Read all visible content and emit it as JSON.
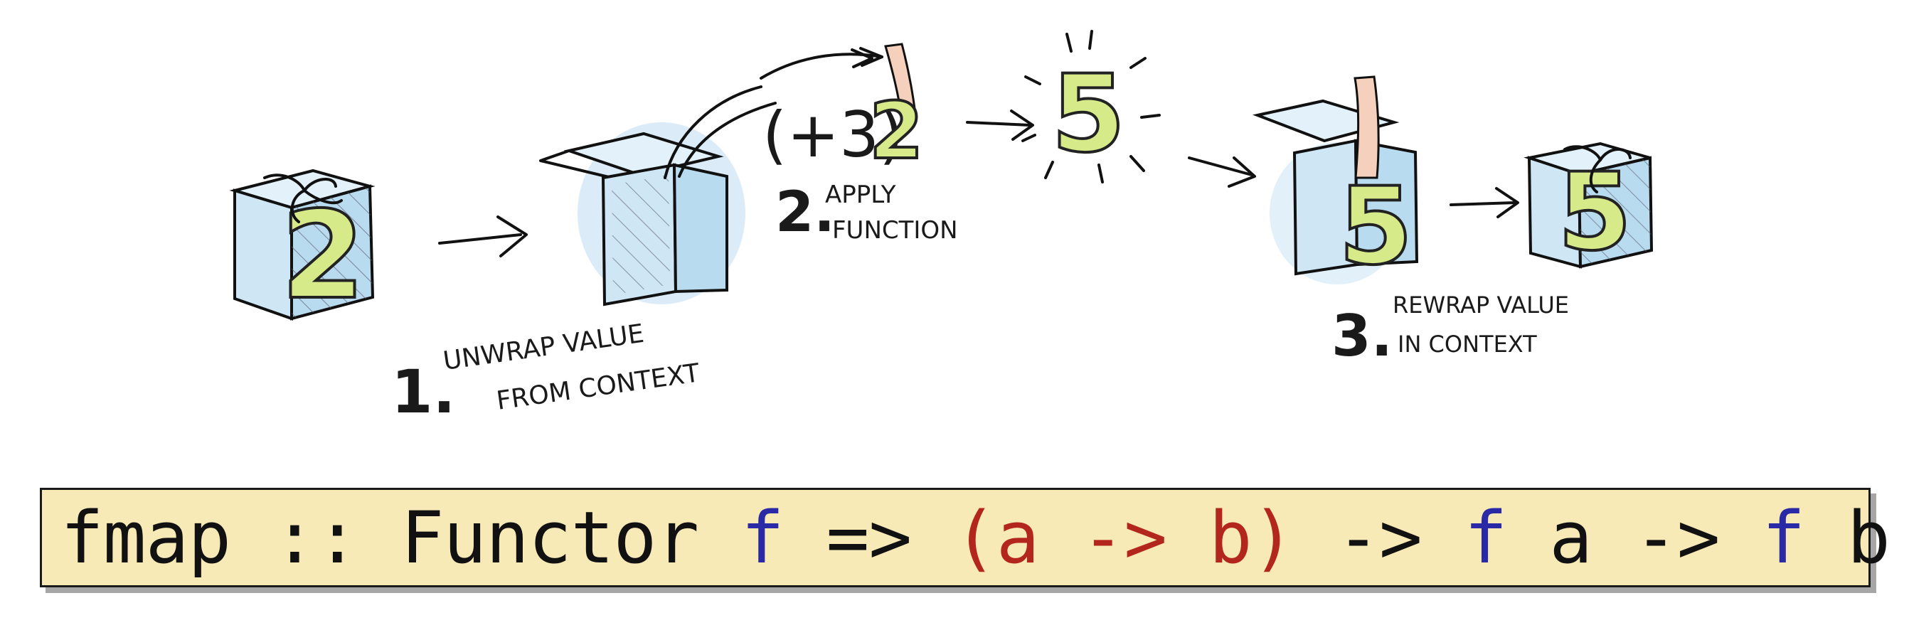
{
  "steps": {
    "step1": {
      "number": "1.",
      "line1": "UNWRAP VALUE",
      "line2": "FROM CONTEXT"
    },
    "step2": {
      "number": "2.",
      "line1": "APPLY",
      "line2": "FUNCTION"
    },
    "step3": {
      "number": "3.",
      "line1": "REWRAP VALUE",
      "line2": "IN CONTEXT"
    }
  },
  "function_label": "(+3)",
  "values": {
    "input": "2",
    "output": "5"
  },
  "signature": {
    "tokens": [
      {
        "text": "fmap :: Functor ",
        "color": "default"
      },
      {
        "text": "f",
        "color": "blue"
      },
      {
        "text": " => ",
        "color": "default"
      },
      {
        "text": "(a -> b)",
        "color": "red"
      },
      {
        "text": " -> ",
        "color": "default"
      },
      {
        "text": "f",
        "color": "blue"
      },
      {
        "text": " a -> ",
        "color": "default"
      },
      {
        "text": "f",
        "color": "blue"
      },
      {
        "text": " b",
        "color": "default"
      }
    ]
  },
  "colors": {
    "box": "#cfe6f5",
    "digit": "#d7ea8a",
    "signature_bg": "#f8eab6",
    "type_var": "#2b2aa6",
    "function_type": "#b3261e"
  }
}
